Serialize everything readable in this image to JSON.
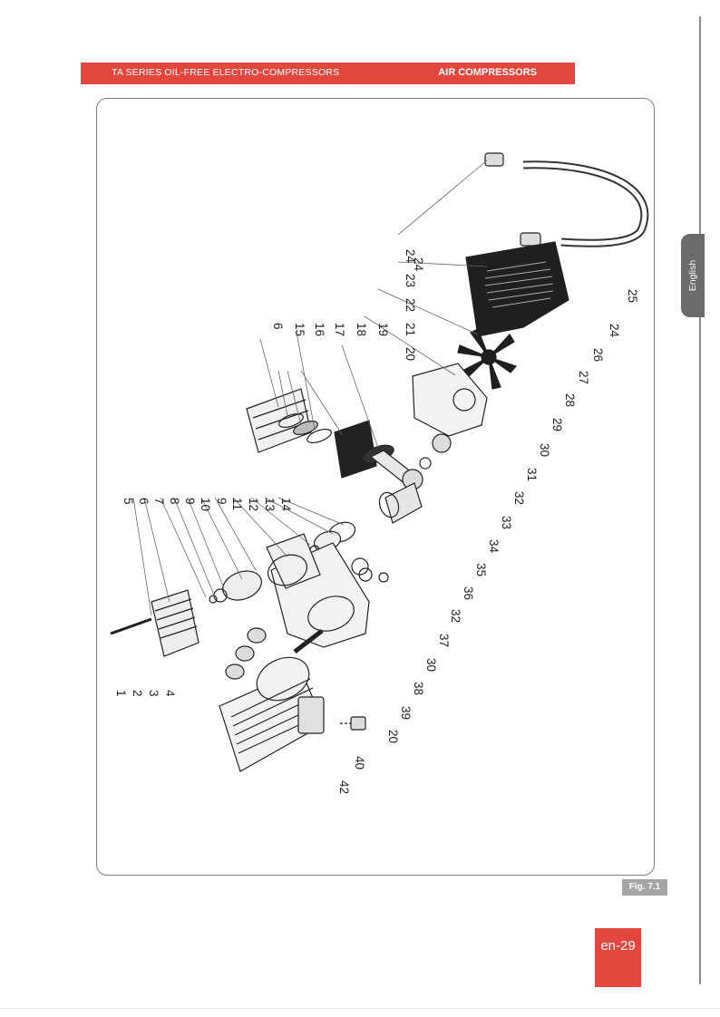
{
  "header": {
    "series_title": "TA SERIES OIL-FREE ELECTRO-COMPRESSORS",
    "section_title": "AIR COMPRESSORS"
  },
  "side_tab": {
    "language": "English"
  },
  "figure": {
    "label": "Fig. 7.1",
    "callouts_top_row": [
      "24",
      "23",
      "22",
      "21",
      "20",
      "19",
      "18",
      "17",
      "16",
      "15",
      "6"
    ],
    "callouts_left_column": [
      "5",
      "6",
      "7",
      "8",
      "9",
      "10",
      "9",
      "11",
      "12",
      "13",
      "14"
    ],
    "callouts_bottom_left": [
      "1",
      "2",
      "3",
      "4"
    ],
    "callouts_diagonal": [
      "25",
      "24",
      "26",
      "27",
      "28",
      "29",
      "30",
      "31",
      "32",
      "33",
      "34",
      "35",
      "36",
      "32",
      "37",
      "30",
      "38",
      "39",
      "20"
    ],
    "callouts_motor": [
      "40",
      "42"
    ]
  },
  "footer": {
    "page_number": "en-29"
  }
}
